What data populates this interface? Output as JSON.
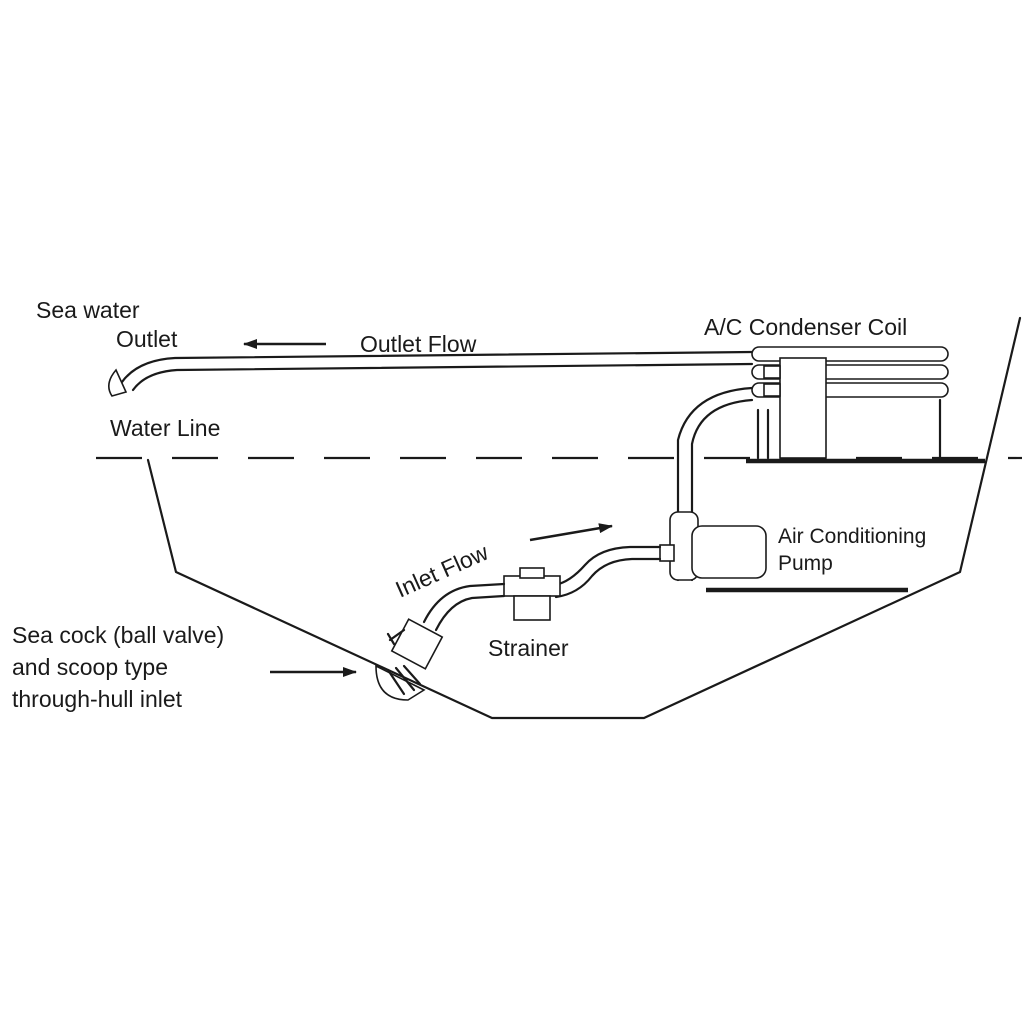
{
  "labels": {
    "sea_water_outlet_line1": "Sea water",
    "sea_water_outlet_line2": "Outlet",
    "outlet_flow": "Outlet Flow",
    "ac_condenser_coil": "A/C Condenser Coil",
    "water_line": "Water Line",
    "air_conditioning_line1": "Air Conditioning",
    "air_conditioning_line2": "Pump",
    "inlet_flow": "Inlet Flow",
    "strainer": "Strainer",
    "sea_cock_line1": "Sea cock (ball valve)",
    "sea_cock_line2": "and scoop type",
    "sea_cock_line3": "through-hull inlet"
  },
  "colors": {
    "line": "#1a1a1a",
    "background": "#ffffff"
  }
}
